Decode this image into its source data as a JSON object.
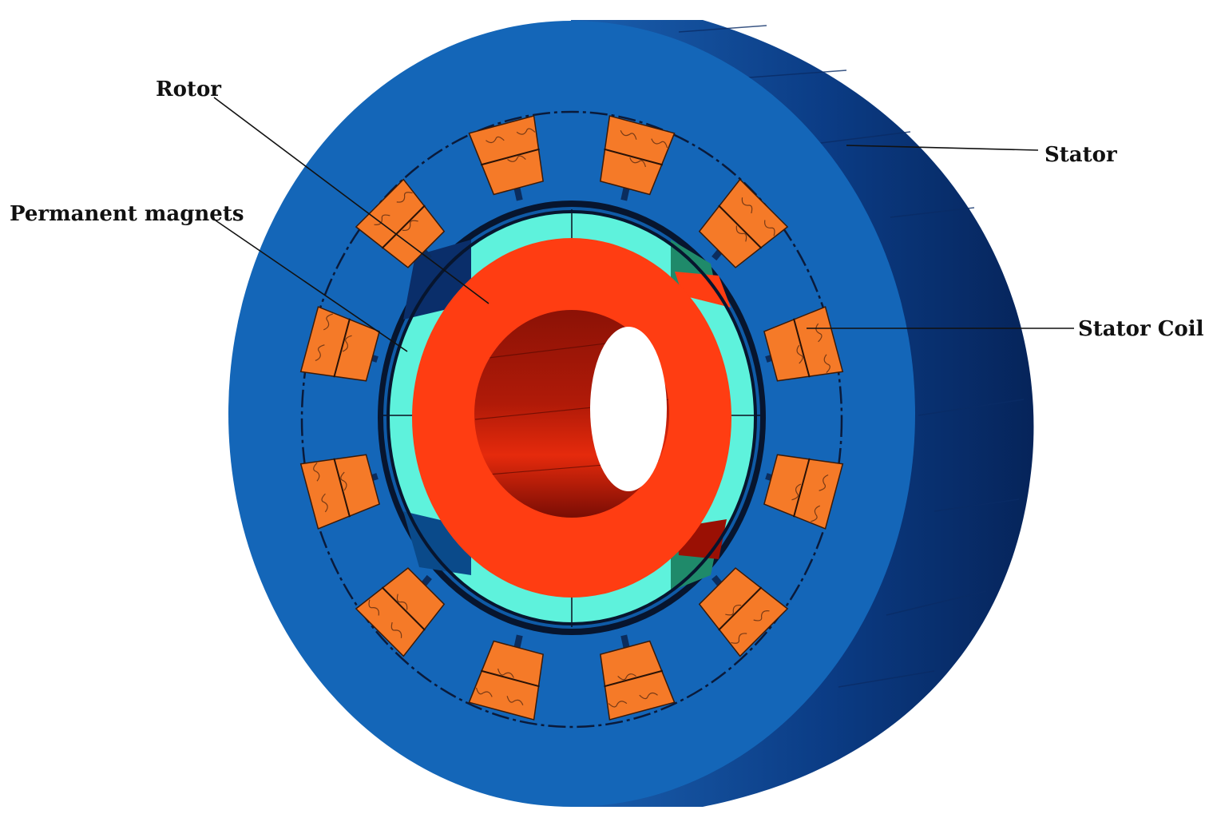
{
  "labels": {
    "rotor": "Rotor",
    "permanent_magnets": "Permanent magnets",
    "stator": "Stator",
    "stator_coil": "Stator Coil"
  },
  "coil_count": 12,
  "colors": {
    "stator_face": "#1466b8",
    "stator_side_light": "#1a5fae",
    "stator_side_dark": "#06245a",
    "stator_coil": "#f57a28",
    "rotor": "#ff3d12",
    "rotor_bore_inner": "#7a0d04",
    "permanent_magnet": "#5ef2dc",
    "magnet_gap_green": "#1f8a6a",
    "outline": "#0a1020",
    "label_text": "#111111",
    "background": "#ffffff"
  }
}
